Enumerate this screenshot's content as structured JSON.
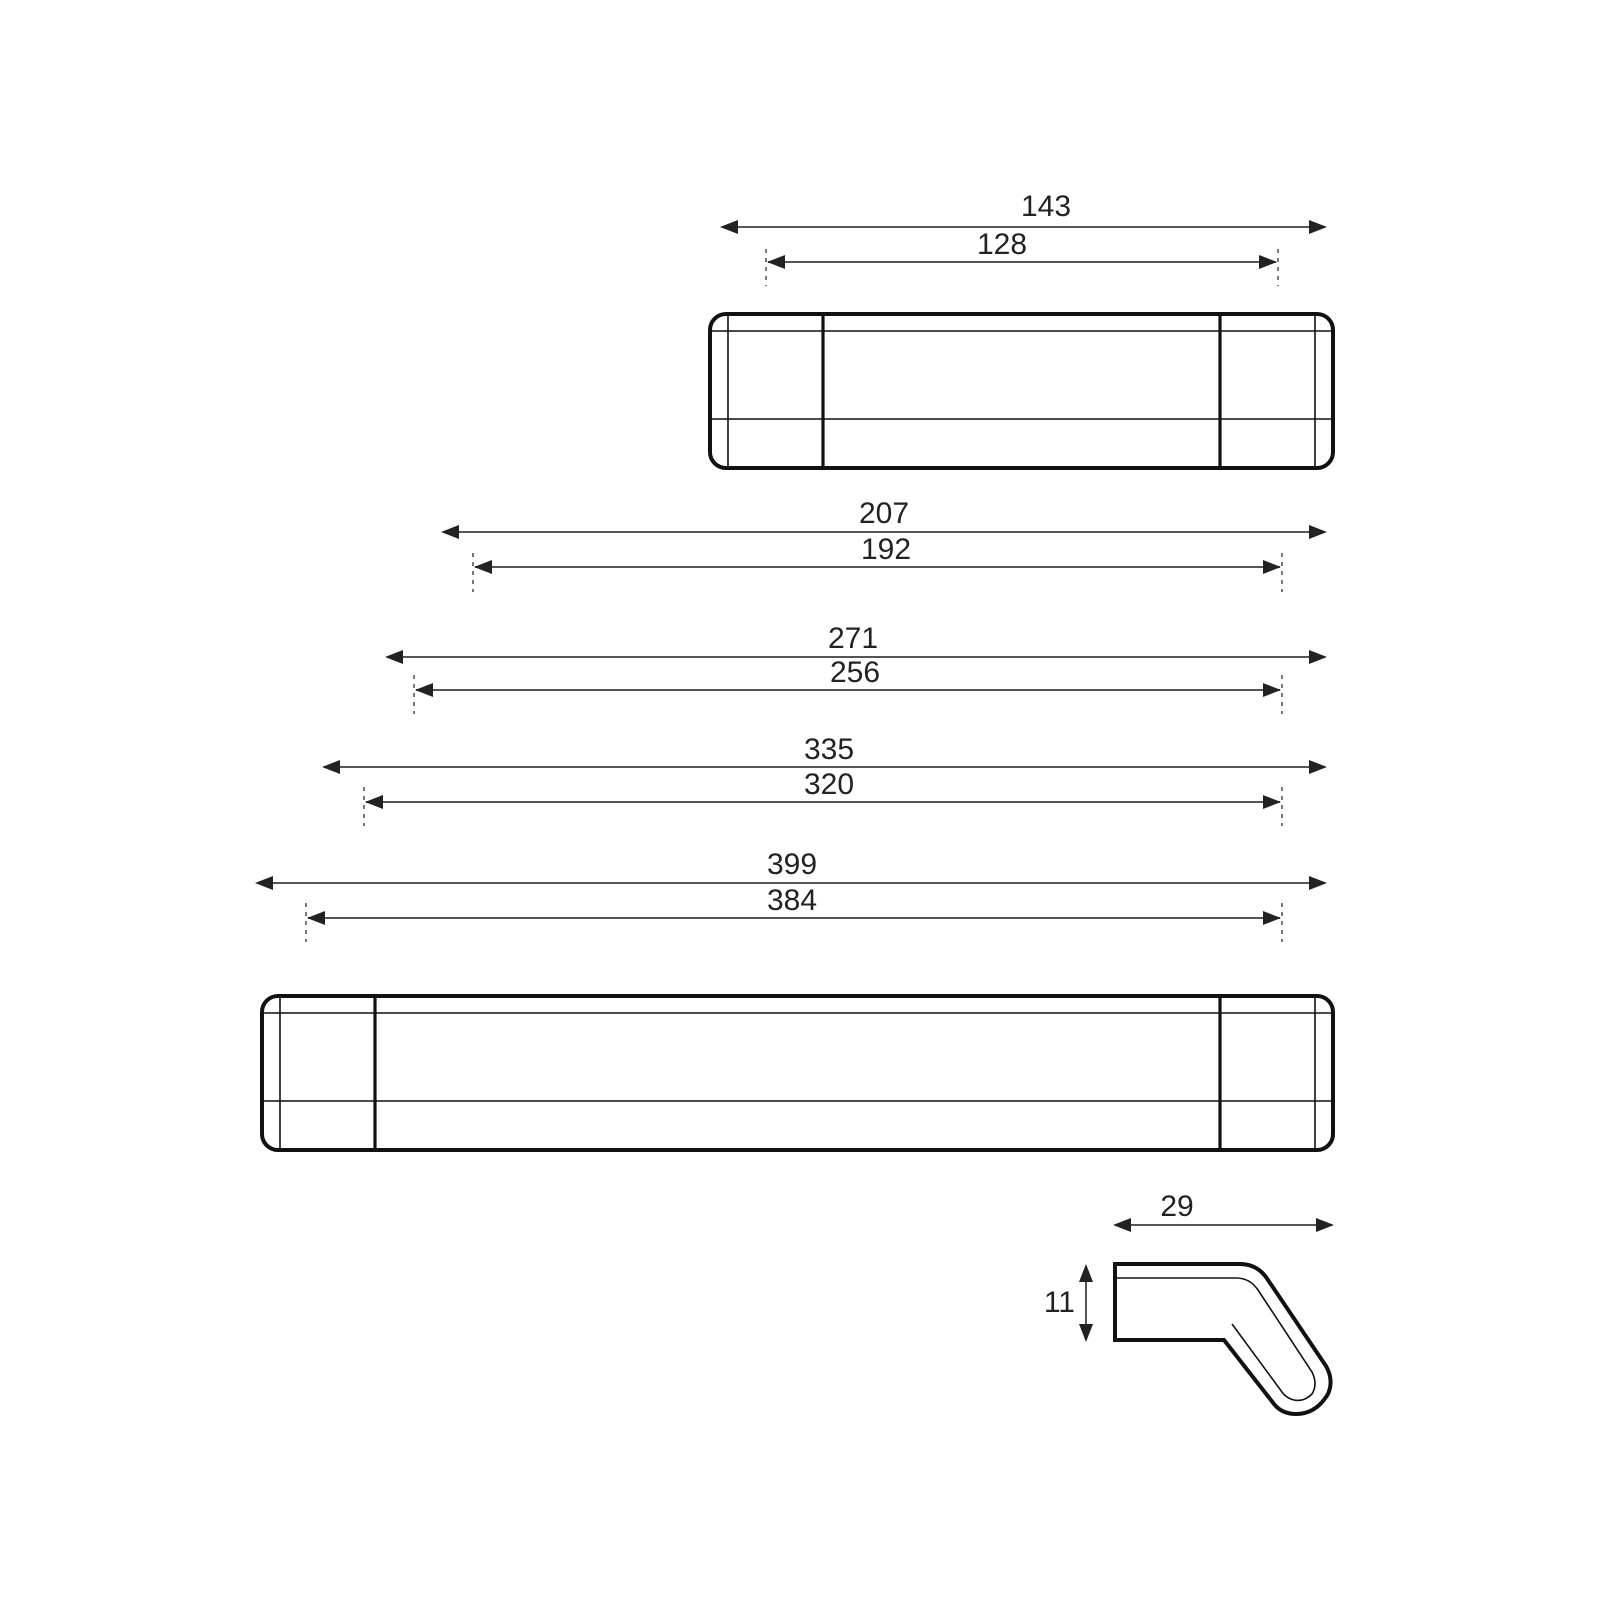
{
  "dimensions": {
    "small_handle": {
      "overall": "143",
      "hole_spacing": "128"
    },
    "size_207": {
      "overall": "207",
      "hole_spacing": "192"
    },
    "size_271": {
      "overall": "271",
      "hole_spacing": "256"
    },
    "size_335": {
      "overall": "335",
      "hole_spacing": "320"
    },
    "large_handle": {
      "overall": "399",
      "hole_spacing": "384"
    },
    "profile": {
      "depth": "29",
      "height": "11"
    }
  },
  "colors": {
    "line": "#111111",
    "dimension": "#555555",
    "background": "#ffffff"
  }
}
